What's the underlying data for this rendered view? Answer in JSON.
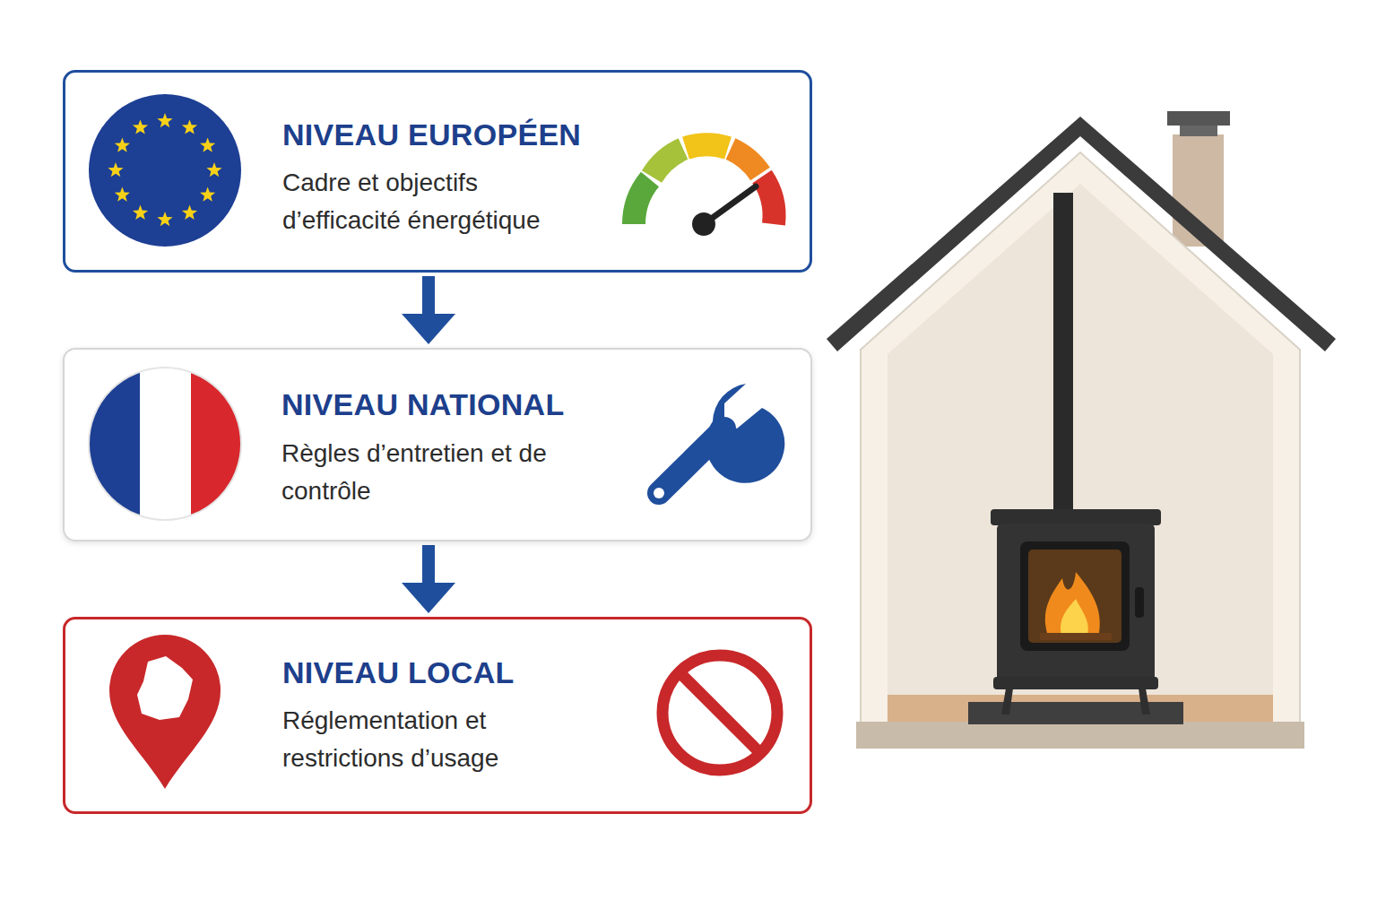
{
  "diagram": {
    "nodes": [
      {
        "text": [
          "NIVEAU EUROPÉEN",
          "Cadre et objectifs d’efficacité énergétique"
        ]
      },
      {
        "text": [
          "NIVEAU NATIONAL",
          "Règles d’entretien et de contrôle"
        ]
      },
      {
        "text": [
          "NIVEAU LOCAL",
          "Réglementation et restrictions d’usage"
        ]
      }
    ],
    "edges": [
      {
        "from": 0,
        "to": 1,
        "arrow": "to"
      },
      {
        "from": 1,
        "to": 2,
        "arrow": "to"
      }
    ]
  }
}
